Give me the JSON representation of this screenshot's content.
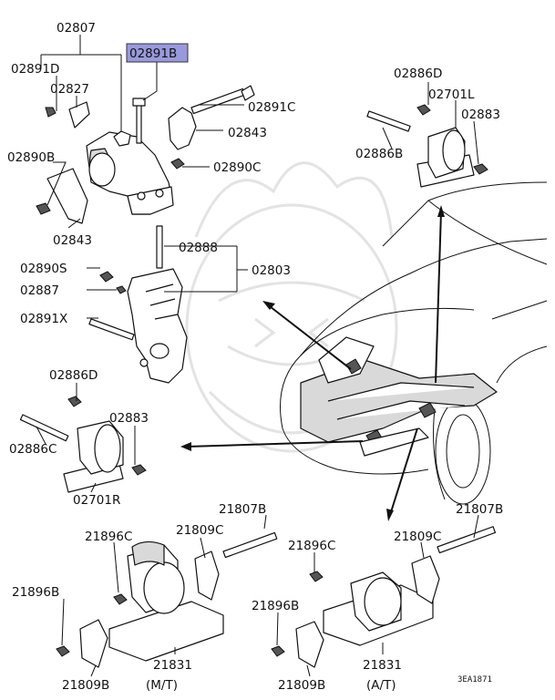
{
  "highlight_color": "#9999dd",
  "watermark": "samurai-helmet-watermark",
  "labels": {
    "p02807": "02807",
    "p02891B": "02891B",
    "p02891D": "02891D",
    "p02827": "02827",
    "p02891C": "02891C",
    "p02843a": "02843",
    "p02890C": "02890C",
    "p02890B": "02890B",
    "p02843b": "02843",
    "p02888": "02888",
    "p02890S": "02890S",
    "p02803": "02803",
    "p02887": "02887",
    "p02891X": "02891X",
    "p02886D_right": "02886D",
    "p02701L": "02701L",
    "p02883_right": "02883",
    "p02886B": "02886B",
    "p02886D_left": "02886D",
    "p02883_left": "02883",
    "p02886C": "02886C",
    "p02701R": "02701R",
    "p21807B_left": "21807B",
    "p21896C_left": "21896C",
    "p21809C_left": "21809C",
    "p21896B_left": "21896B",
    "p21809B_left": "21809B",
    "p21831_left": "21831",
    "mt": "(M/T)",
    "p21807B_right": "21807B",
    "p21896C_right": "21896C",
    "p21809C_right": "21809C",
    "p21896B_right": "21896B",
    "p21809B_right": "21809B",
    "p21831_right": "21831",
    "at": "(A/T)",
    "ref_code": "3EA1871"
  }
}
